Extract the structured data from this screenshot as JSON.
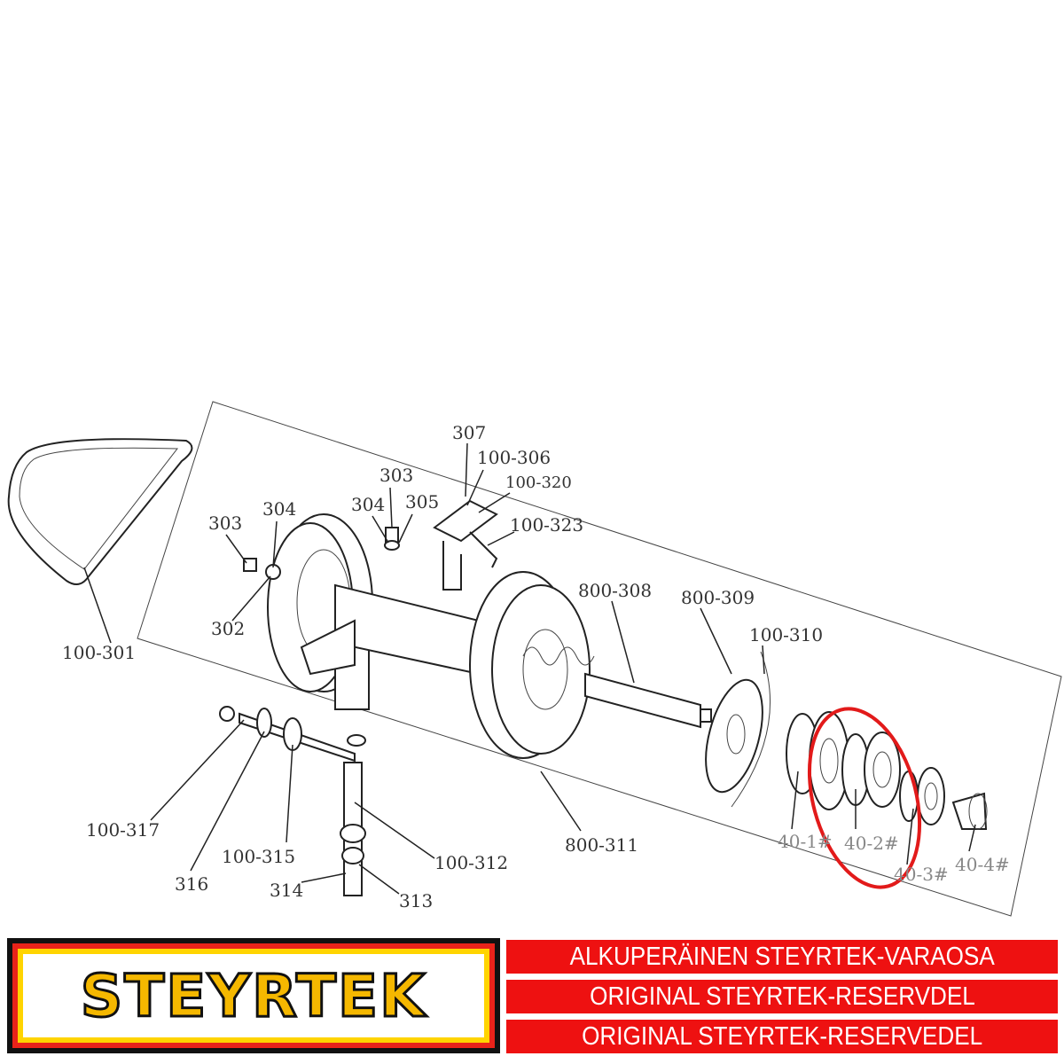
{
  "diagram": {
    "labels": [
      "307",
      "100-306",
      "100-320",
      "100-323",
      "303",
      "304",
      "305",
      "303",
      "304",
      "302",
      "100-301",
      "800-308",
      "800-309",
      "100-310",
      "100-317",
      "316",
      "100-315",
      "100-312",
      "314",
      "313",
      "800-311",
      "40-1#",
      "40-2#",
      "40-3#",
      "40-4#"
    ],
    "highlight_color": "#e21a1a",
    "highlighted_part": "40-2#"
  },
  "brand": {
    "logo_text": "STEYRTEK",
    "colors": {
      "red": "#ee1111",
      "yellow": "#f5b800",
      "black": "#111111"
    }
  },
  "banners": [
    "ALKUPERÄINEN STEYRTEK-VARAOSA",
    "ORIGINAL STEYRTEK-RESERVDEL",
    "ORIGINAL STEYRTEK-RESERVEDEL"
  ]
}
